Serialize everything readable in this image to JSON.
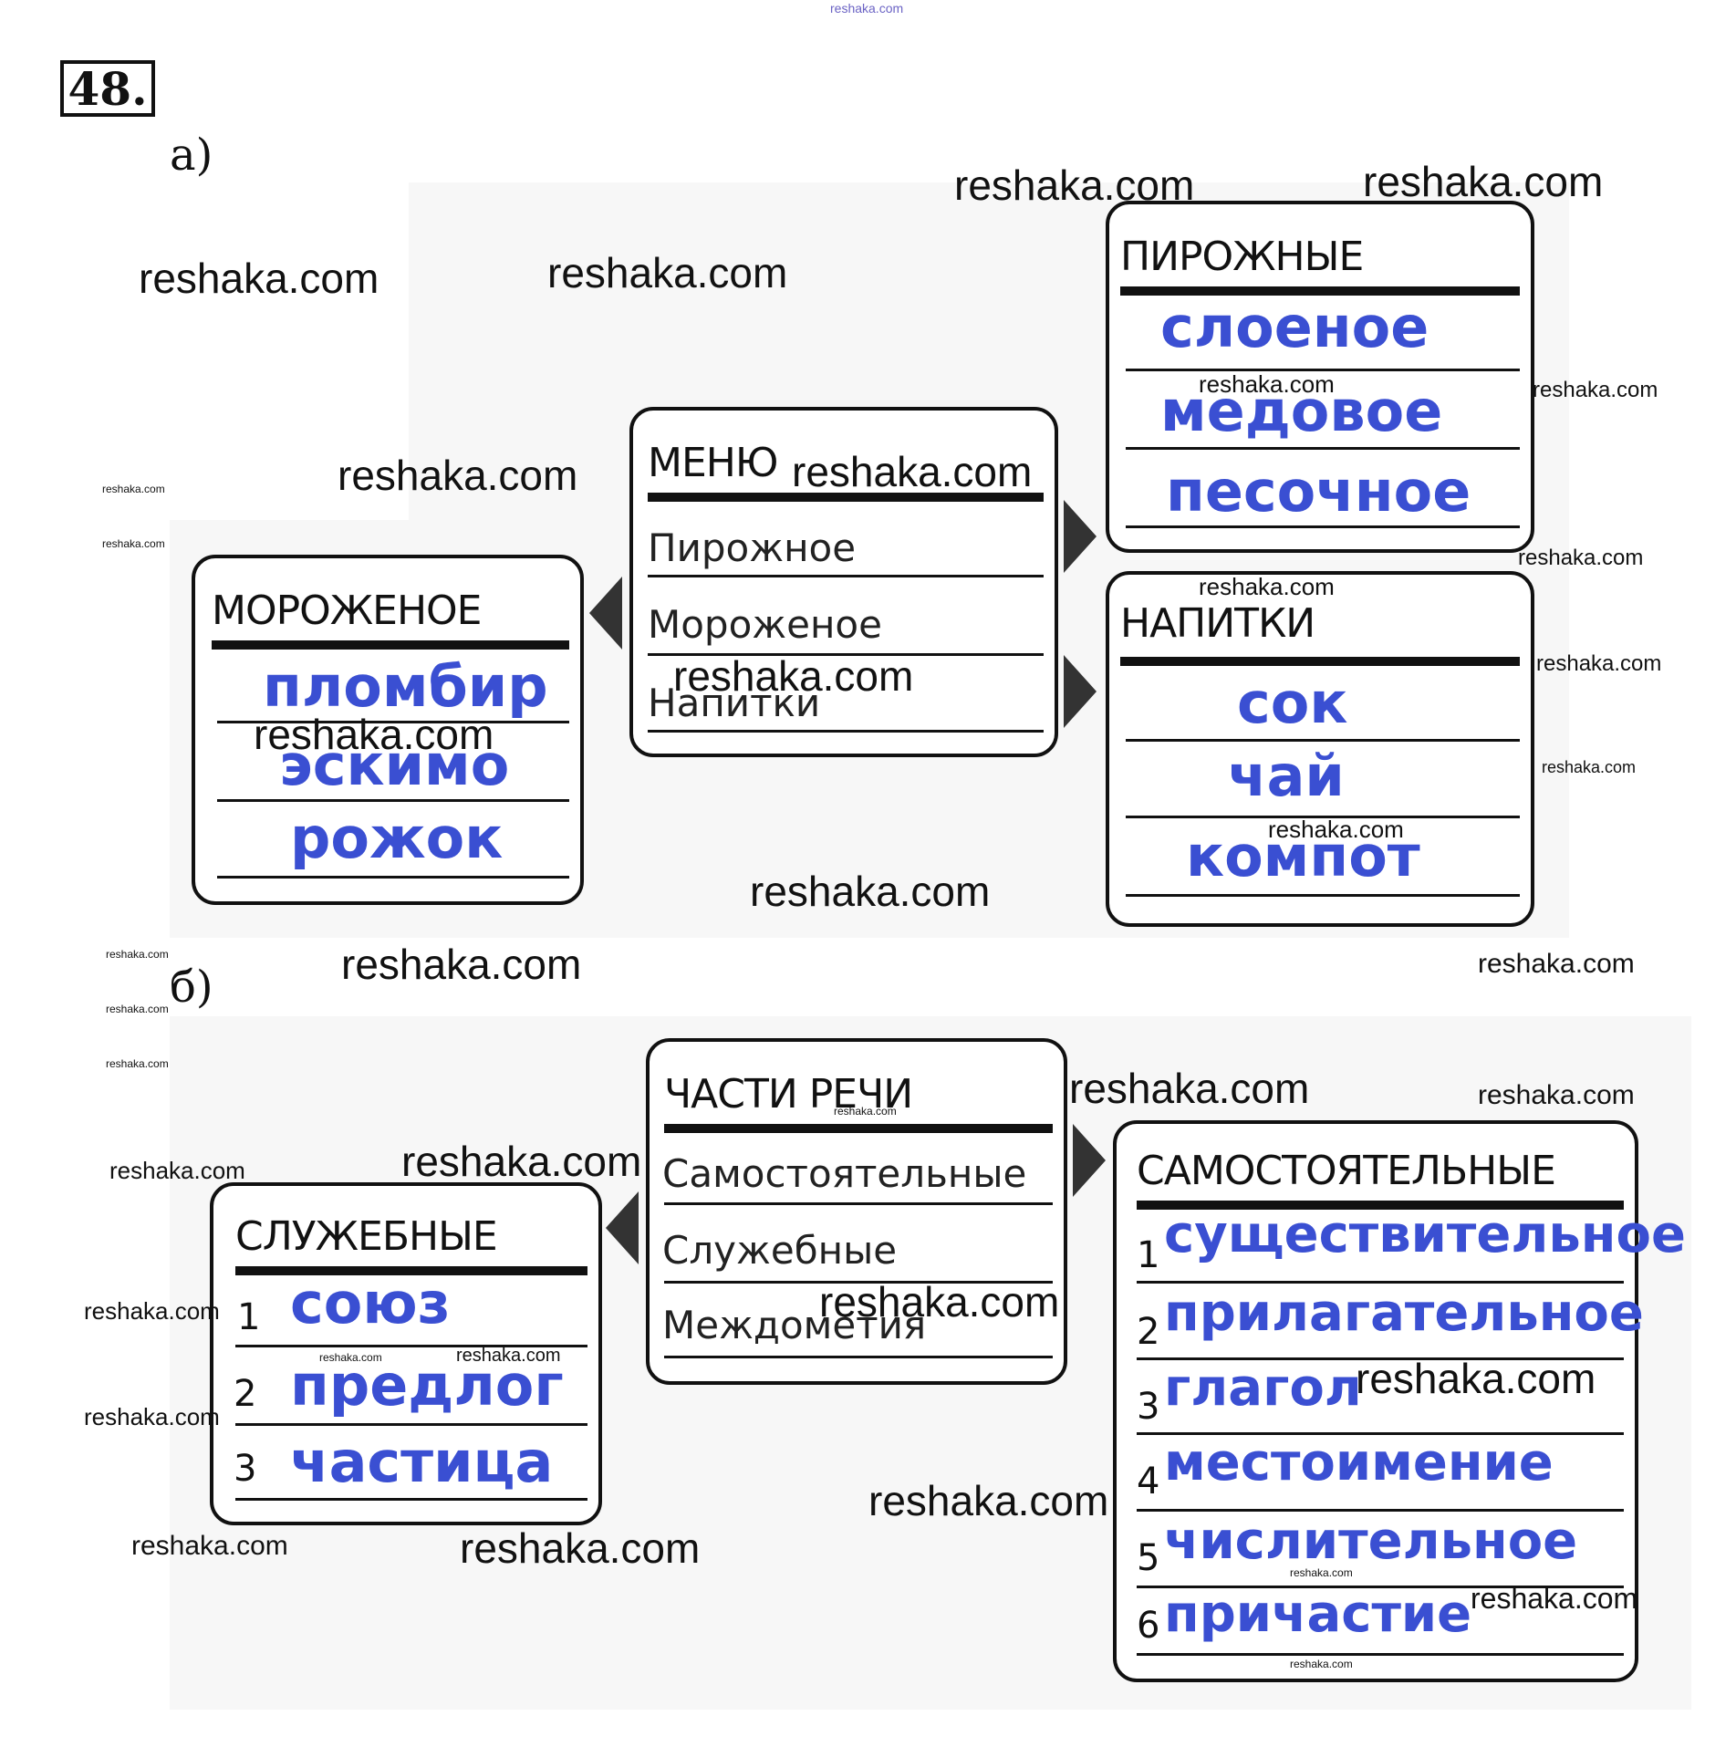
{
  "task_number": "48.",
  "part_a": {
    "label": "а)",
    "menu": {
      "title": "МЕНЮ",
      "items": [
        "Пирожное",
        "Мороженое",
        "Напитки"
      ]
    },
    "cakes": {
      "title": "ПИРОЖНЫЕ",
      "answers": [
        "слоеное",
        "медовое",
        "песочное"
      ]
    },
    "drinks": {
      "title": "НАПИТКИ",
      "answers": [
        "сок",
        "чай",
        "компот"
      ]
    },
    "icecream": {
      "title": "МОРОЖЕНОЕ",
      "answers": [
        "пломбир",
        "эскимо",
        "рожок"
      ]
    }
  },
  "part_b": {
    "label": "б)",
    "parts": {
      "title": "ЧАСТИ РЕЧИ",
      "items": [
        "Самостоятельные",
        "Служебные",
        "Междометия"
      ]
    },
    "aux": {
      "title": "СЛУЖЕБНЫЕ",
      "numbers": [
        "1",
        "2",
        "3"
      ],
      "answers": [
        "союз",
        "предлог",
        "частица"
      ]
    },
    "indep": {
      "title": "САМОСТОЯТЕЛЬНЫЕ",
      "numbers": [
        "1",
        "2",
        "3",
        "4",
        "5",
        "6"
      ],
      "answers": [
        "существительное",
        "прилагательное",
        "глагол",
        "местоимение",
        "числительное",
        "причастие"
      ]
    }
  },
  "watermark": "reshaka.com"
}
